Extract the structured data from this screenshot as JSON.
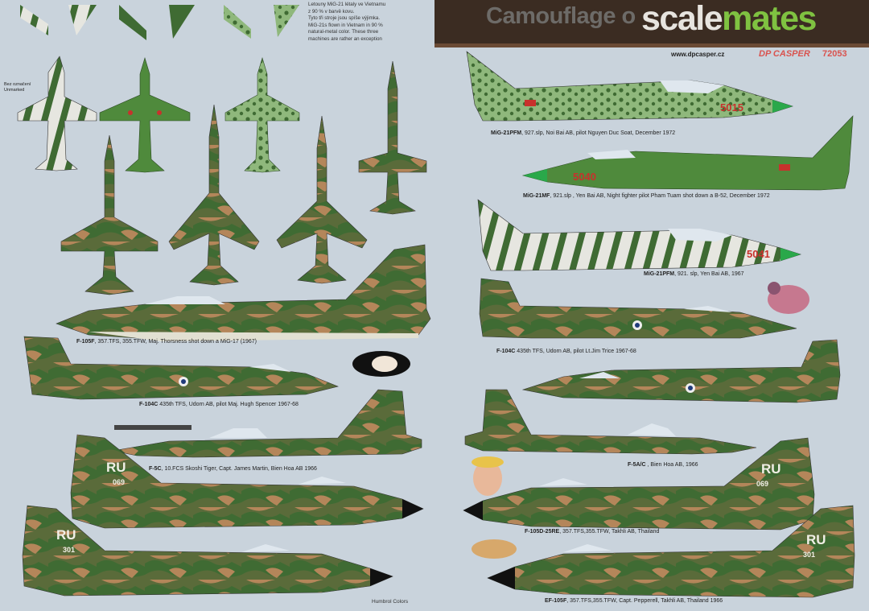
{
  "header": {
    "title_fragment": "Camouflage o",
    "brand_first": "scale",
    "brand_second": "mates",
    "website": "www.dpcasper.cz",
    "manufacturer": "DP CASPER",
    "product_code": "72053"
  },
  "intro": {
    "cz_line1": "Letouny MiG-21 létaly ve Vietnamu",
    "cz_line2": "z 90 % v barvě kovu.",
    "cz_line3": "Tyto tři stroje jsou spíše výjimka.",
    "en_line1": "MiG-21s flown in Vietnam in 90 %",
    "en_line2": "natural-metal color. These three",
    "en_line3": "machines are rather an exception"
  },
  "callout": {
    "line1": "Bez označení",
    "line2": "Unmarked"
  },
  "colors": {
    "green_dark": "#3f6b33",
    "green_mid": "#4f8a3c",
    "green_light": "#8fb87c",
    "tan": "#b4865a",
    "brown": "#6e4b2f",
    "olive": "#5a6b3a",
    "belly": "#e2e0d2",
    "metal": "#c8cbc6",
    "red": "#c8312c",
    "banner": "#3b2c22",
    "background": "#c9d3dc"
  },
  "captions": [
    {
      "model": "MiG-21PFM",
      "text": ", 927.slp, Noi Bai AB, pilot Nguyen Duc Soat,  December 1972"
    },
    {
      "model": "MiG-21MF",
      "text": ", 921.slp , Yen Bai AB, Night fighter pilot Pham Tuam shot down a B-52, December 1972"
    },
    {
      "model": "MiG-21PFM",
      "text": ", 921. slp, Yen Bai AB, 1967"
    },
    {
      "model": "F-105F",
      "text": ", 357.TFS, 355.TFW, Maj. Thorsness  shot down a MiG-17 (1967)"
    },
    {
      "model": "F-104C",
      "text": "  435th TFS, Udorn AB, pilot Lt.Jim Trice   1967-68"
    },
    {
      "model": "F-104C",
      "text": "  435th TFS, Udorn AB, pilot Maj. Hugh Spencer   1967-68"
    },
    {
      "model": "F-5C",
      "text": ", 10.FCS  Skoshi Tiger, Capt. James Martin,  Bien Hoa AB 1966"
    },
    {
      "model": "F-5A/C",
      "text": " , Bien Hoa AB, 1966"
    },
    {
      "model": "F-105D-25RE",
      "text": ", 357.TFS,355.TFW, Takhli AB, Thailand"
    },
    {
      "model": "EF-105F",
      "text": ", 357.TFS,355.TFW, Capt. Pepperell, Takhli AB, Thailand 1966"
    }
  ],
  "markings": {
    "mig_a": "5015",
    "mig_b": "5040",
    "mig_c": "5041",
    "tail_code": "RU",
    "serial_a": "069",
    "serial_b": "301"
  },
  "footer": {
    "note": "Humbrol Colors"
  }
}
